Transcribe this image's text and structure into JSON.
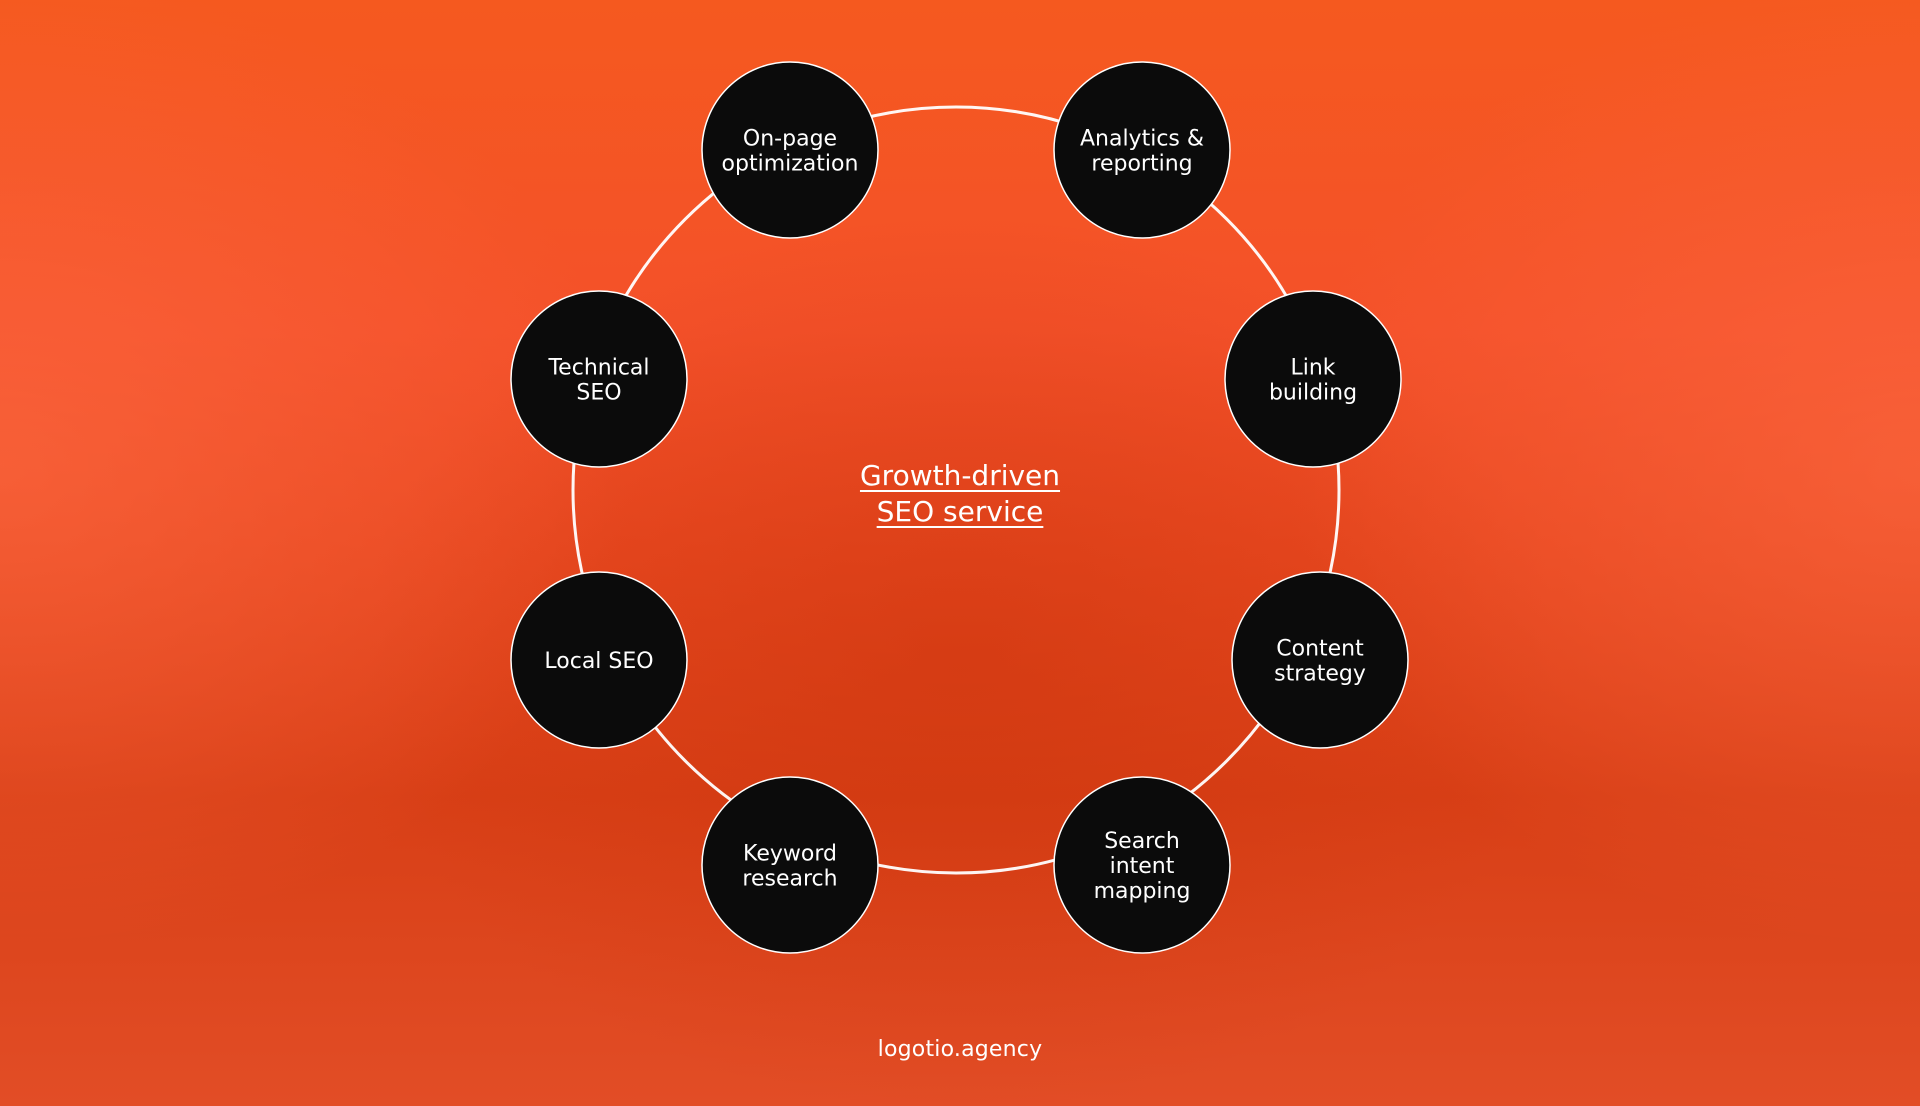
{
  "title": {
    "line1": "Growth-driven",
    "line2": "SEO service"
  },
  "brand": "logotio.agency",
  "nodes": [
    {
      "id": "on-page-optimization",
      "lines": [
        "On-page",
        "optimization"
      ]
    },
    {
      "id": "analytics-reporting",
      "lines": [
        "Analytics &",
        "reporting"
      ]
    },
    {
      "id": "link-building",
      "lines": [
        "Link",
        "building"
      ]
    },
    {
      "id": "content-strategy",
      "lines": [
        "Content",
        "strategy"
      ]
    },
    {
      "id": "search-intent-mapping",
      "lines": [
        "Search",
        "intent",
        "mapping"
      ]
    },
    {
      "id": "keyword-research",
      "lines": [
        "Keyword",
        "research"
      ]
    },
    {
      "id": "local-seo",
      "lines": [
        "Local SEO"
      ]
    },
    {
      "id": "technical-seo",
      "lines": [
        "Technical",
        "SEO"
      ]
    }
  ],
  "colors": {
    "background": "#f04e20",
    "node_fill": "#0b0b0b",
    "text": "#ffffff"
  }
}
